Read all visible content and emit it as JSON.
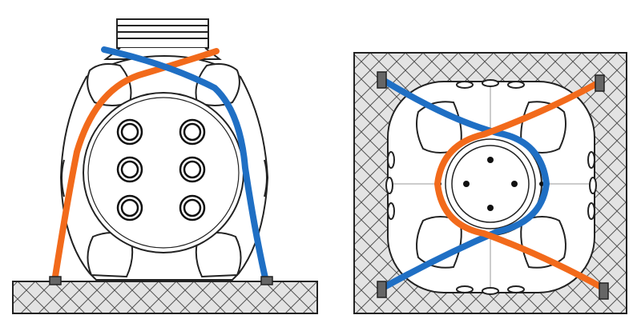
{
  "diagram": {
    "views": [
      {
        "id": "side-view",
        "description_visible": ""
      },
      {
        "id": "top-view",
        "description_visible": ""
      }
    ],
    "colors": {
      "strap_blue": "#1f6fc4",
      "strap_orange": "#f26a1b",
      "outline": "#222222",
      "hatch_fill": "#e3e3e3",
      "hatch_line": "#555555",
      "anchor": "#666666",
      "background": "#ffffff"
    },
    "icons": {
      "side_view_body": "tank-body-side",
      "top_view_body": "tank-body-top",
      "anchor": "anchor-block"
    }
  }
}
